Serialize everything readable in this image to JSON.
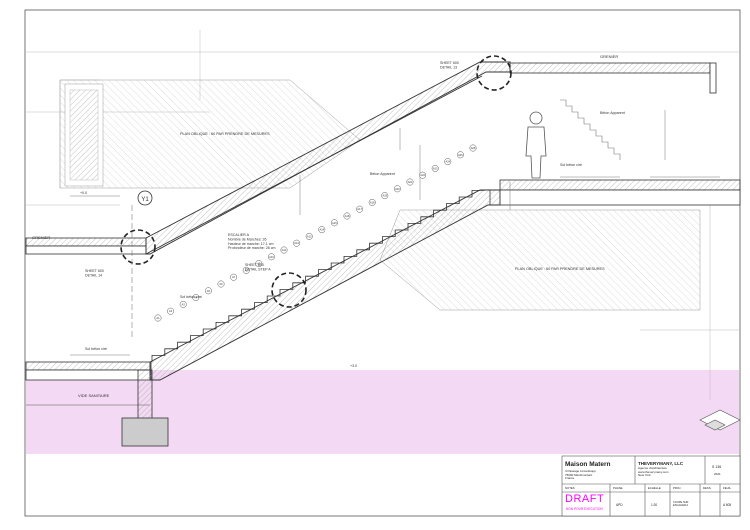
{
  "drawing": {
    "labels": {
      "grenier_left": "GRENIER",
      "grenier_right": "GRENIER",
      "plan_oblique_left": "PLAN OBLIQUE : 60 PAR PRENDRE DE MESURES",
      "plan_oblique_right": "PLAN OBLIQUE : 60 PAR PRENDRE DE MESURES",
      "vide_sanitaire": "VIDE SANITAIRE",
      "grid_y1": "Y1",
      "sheet_ref_top": "SHEET 600\nDETAIL 13",
      "sheet_ref_left": "SHEET 600\nDETAIL 14",
      "sheet_ref_mid": "SHEET 600\nDETAIL STEP A",
      "escalier_note": "ESCALIER A\nNombre de Marches: 26\nHauteur de marche: 17.1 cm\nProfondeur de marche: 26 cm",
      "mur_apparent_1": "Béton Apparent",
      "mur_apparent_2": "Béton Apparent",
      "sol_beton_1": "Sol béton ciré",
      "sol_beton_2": "Sol béton ciré",
      "sol_beton_3": "Sol béton ciré",
      "elev_label": "+3.0",
      "dim_small": "+0.0"
    },
    "risers_lower": [
      "A1",
      "A2",
      "A3",
      "A4",
      "A5",
      "A6",
      "A7",
      "A8",
      "A9",
      "A10",
      "A11",
      "A12",
      "A13"
    ],
    "risers_upper": [
      "A14",
      "A15",
      "A16",
      "A17",
      "A18",
      "A19",
      "A20",
      "A21",
      "A22",
      "A23",
      "A24",
      "A25",
      "A26"
    ]
  },
  "title_block": {
    "project_name": "Maison Matern",
    "project_lines": [
      "4 Passage Linssnikopp",
      "75000 Ménilmontant",
      "France"
    ],
    "firm_name": "THEVERYMANY, LLC",
    "firm_lines": [
      "Agence d'architecture",
      "www.theverymany.com",
      "New York"
    ],
    "sheet_no": "S 136",
    "sheet_sub": "2021",
    "headers": [
      "NOTES",
      "PHASE",
      "ECHELLE",
      "PROJ.",
      "DESS.",
      "FEUIL."
    ],
    "values": [
      "",
      "APD",
      "1:20",
      "COUPE SUR ESCALIER A",
      "",
      "A 605"
    ],
    "draft_label": "DRAFT",
    "draft_sub": "NON POUR EXECUTION"
  },
  "colors": {
    "draft": "#ff00ff",
    "ground": "#f3d9f3",
    "line": "#333333"
  }
}
